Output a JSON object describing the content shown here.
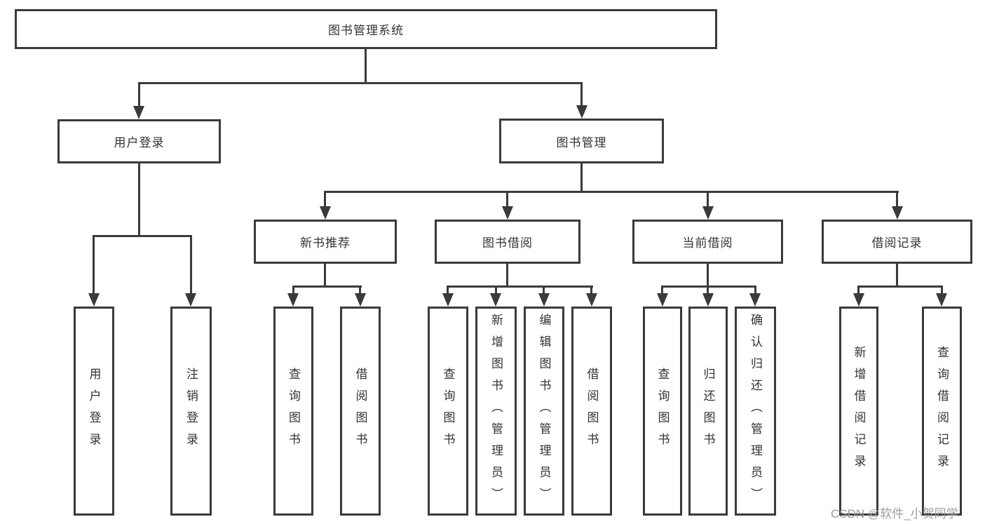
{
  "nodes": {
    "root": {
      "label": "图书管理系统"
    },
    "userLogin": {
      "label": "用户登录"
    },
    "bookMgmt": {
      "label": "图书管理"
    },
    "newBook": {
      "label": "新书推荐"
    },
    "bookBorrow": {
      "label": "图书借阅"
    },
    "currentBorrow": {
      "label": "当前借阅"
    },
    "borrowRecords": {
      "label": "借阅记录"
    },
    "leafUserLogin": {
      "label": "用户登录"
    },
    "leafLogout": {
      "label": "注销登录"
    },
    "leafNbQuery": {
      "label": "查询图书"
    },
    "leafNbBorrow": {
      "label": "借阅图书"
    },
    "leafBwQuery": {
      "label": "查询图书"
    },
    "leafBwAdd": {
      "label": "新增图书（管理员）"
    },
    "leafBwEdit": {
      "label": "编辑图书（管理员）"
    },
    "leafBwBorrow": {
      "label": "借阅图书"
    },
    "leafCuQuery": {
      "label": "查询图书"
    },
    "leafCuReturn": {
      "label": "归还图书"
    },
    "leafCuConfirm": {
      "label": "确认归还（管理员）"
    },
    "leafRcAdd": {
      "label": "新增借阅记录"
    },
    "leafRcQuery": {
      "label": "查询借阅记录"
    }
  },
  "watermark": {
    "text": "CSDN @软件_小贺同学"
  },
  "colors": {
    "line": "#3a3a3a",
    "text": "#333333",
    "watermark": "#9c9c9c",
    "background": "#ffffff"
  }
}
